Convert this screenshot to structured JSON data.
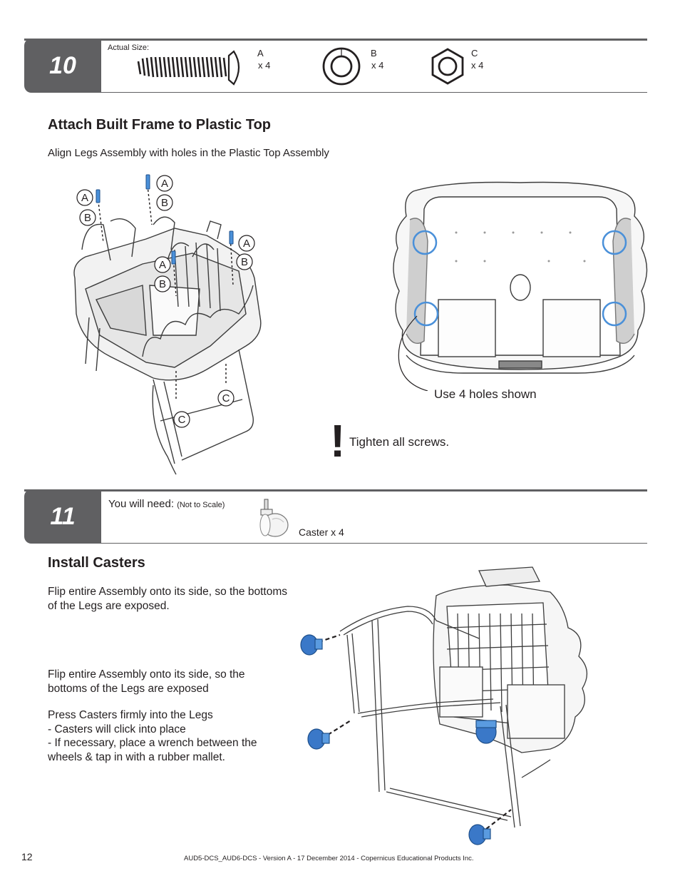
{
  "step10": {
    "number": "10",
    "actual_size_label": "Actual Size:",
    "parts": [
      {
        "letter": "A",
        "qty": "x 4",
        "icon": "screw-icon"
      },
      {
        "letter": "B",
        "qty": "x 4",
        "icon": "washer-icon"
      },
      {
        "letter": "C",
        "qty": "x 4",
        "icon": "hex-nut-icon"
      }
    ],
    "title": "Attach Built Frame to Plastic Top",
    "instruction": "Align Legs Assembly with holes in the Plastic Top Assembly",
    "callout": "Use 4 holes shown",
    "warning": "Tighten all screws.",
    "diagram_labels": [
      "A",
      "B",
      "A",
      "B",
      "A",
      "B",
      "A",
      "B",
      "C",
      "C"
    ]
  },
  "step11": {
    "number": "11",
    "you_will_need": "You will need:",
    "not_to_scale": "(Not to Scale)",
    "caster_label": "Caster x 4",
    "title": "Install Casters",
    "paragraph1_line1": "Flip entire Assembly onto its side, so the bottoms",
    "paragraph1_line2": "of the Legs are exposed.",
    "paragraph2_line1": "Flip entire Assembly onto its side, so the",
    "paragraph2_line2": "bottoms of the Legs are exposed",
    "paragraph3_line1": "Press Casters firmly into the Legs",
    "paragraph3_line2": "- Casters will click into place",
    "paragraph3_line3": "- If necessary, place a wrench between the",
    "paragraph3_line4": "wheels & tap in with a rubber mallet."
  },
  "footer": {
    "page_number": "12",
    "doc_info": "AUD5-DCS_AUD6-DCS - Version A - 17 December 2014 - Copernicus Educational Products Inc."
  },
  "colors": {
    "header_gray": "#606062",
    "highlight_blue": "#4a90d9",
    "caster_blue": "#3a78c8"
  }
}
